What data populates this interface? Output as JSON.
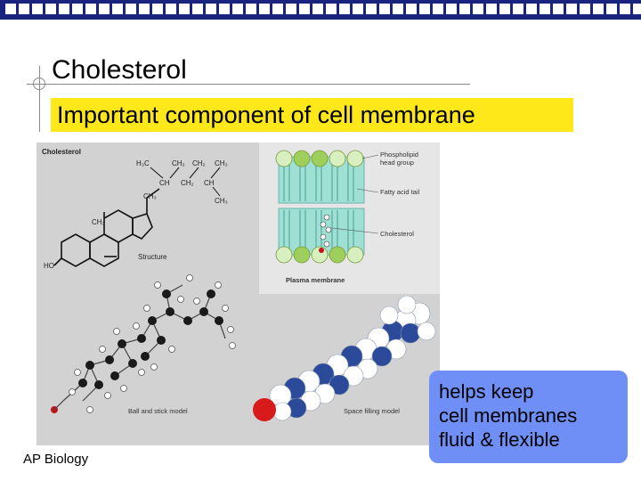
{
  "slide": {
    "title": "Cholesterol",
    "subtitle": "Important component of cell membrane",
    "footer": "AP Biology",
    "callout": {
      "line1": "helps keep",
      "line2": "cell membranes",
      "line3": "fluid & flexible"
    }
  },
  "figure": {
    "panel_title": "Cholesterol",
    "label_structure": "Structure",
    "label_plasma": "Plasma membrane",
    "label_phospholipid_1": "Phospholipid",
    "label_phospholipid_2": "head group",
    "label_fatty": "Fatty acid tail",
    "label_cholesterol": "Cholesterol",
    "label_ball": "Ball and stick model",
    "label_space": "Space filling model",
    "formula": {
      "h3c": "H₃C",
      "ch2a": "CH₂",
      "ch2b": "CH₂",
      "ch3a": "CH₃",
      "ch": "CH",
      "ch2c": "CH₂",
      "ch2d": "CH",
      "ch3b": "CH₃",
      "ch3c": "CH₃",
      "ch3d": "CH₃",
      "ho": "HO"
    }
  },
  "colors": {
    "topbar": "#1a237e",
    "highlight": "#ffe81a",
    "callout": "#6f8ff7"
  }
}
